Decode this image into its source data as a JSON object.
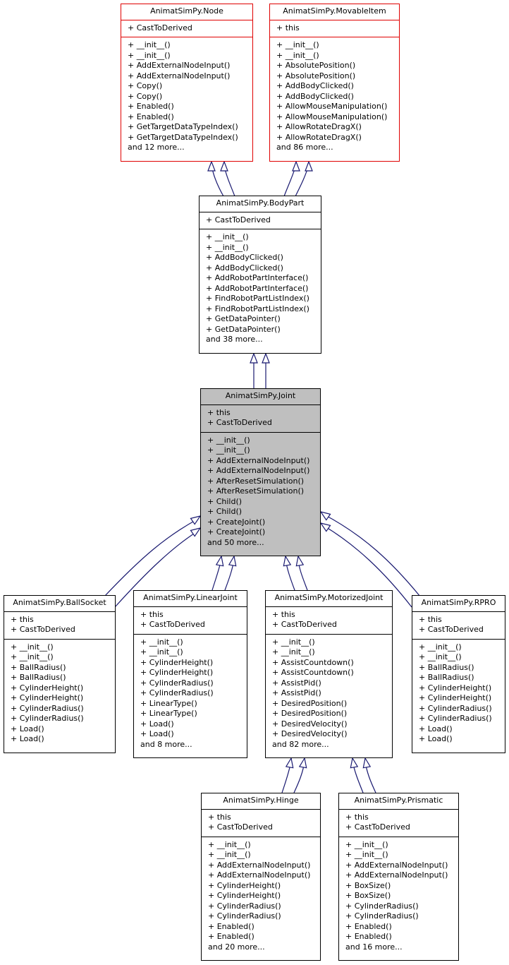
{
  "colors": {
    "edge": "#191970",
    "external_border": "#e00000",
    "focus_fill": "#bfbfbf"
  },
  "classes": [
    {
      "id": "node",
      "name": "AnimatSimPy.Node",
      "style": "external",
      "attributes": [
        "+ CastToDerived"
      ],
      "methods": [
        "+ __init__()",
        "+ __init__()",
        "+ AddExternalNodeInput()",
        "+ AddExternalNodeInput()",
        "+ Copy()",
        "+ Copy()",
        "+ Enabled()",
        "+ Enabled()",
        "+ GetTargetDataTypeIndex()",
        "+ GetTargetDataTypeIndex()",
        "and 12 more..."
      ]
    },
    {
      "id": "movable",
      "name": "AnimatSimPy.MovableItem",
      "style": "external",
      "attributes": [
        "+ this"
      ],
      "methods": [
        "+ __init__()",
        "+ __init__()",
        "+ AbsolutePosition()",
        "+ AbsolutePosition()",
        "+ AddBodyClicked()",
        "+ AddBodyClicked()",
        "+ AllowMouseManipulation()",
        "+ AllowMouseManipulation()",
        "+ AllowRotateDragX()",
        "+ AllowRotateDragX()",
        "and 86 more..."
      ]
    },
    {
      "id": "bodypart",
      "name": "AnimatSimPy.BodyPart",
      "style": "normal",
      "attributes": [
        "+ CastToDerived"
      ],
      "methods": [
        "+ __init__()",
        "+ __init__()",
        "+ AddBodyClicked()",
        "+ AddBodyClicked()",
        "+ AddRobotPartInterface()",
        "+ AddRobotPartInterface()",
        "+ FindRobotPartListIndex()",
        "+ FindRobotPartListIndex()",
        "+ GetDataPointer()",
        "+ GetDataPointer()",
        "and 38 more..."
      ]
    },
    {
      "id": "joint",
      "name": "AnimatSimPy.Joint",
      "style": "focus",
      "attributes": [
        "+ this",
        "+ CastToDerived"
      ],
      "methods": [
        "+ __init__()",
        "+ __init__()",
        "+ AddExternalNodeInput()",
        "+ AddExternalNodeInput()",
        "+ AfterResetSimulation()",
        "+ AfterResetSimulation()",
        "+ Child()",
        "+ Child()",
        "+ CreateJoint()",
        "+ CreateJoint()",
        "and 50 more..."
      ]
    },
    {
      "id": "ballsocket",
      "name": "AnimatSimPy.BallSocket",
      "style": "normal",
      "attributes": [
        "+ this",
        "+ CastToDerived"
      ],
      "methods": [
        "+ __init__()",
        "+ __init__()",
        "+ BallRadius()",
        "+ BallRadius()",
        "+ CylinderHeight()",
        "+ CylinderHeight()",
        "+ CylinderRadius()",
        "+ CylinderRadius()",
        "+ Load()",
        "+ Load()"
      ]
    },
    {
      "id": "linearjoint",
      "name": "AnimatSimPy.LinearJoint",
      "style": "normal",
      "attributes": [
        "+ this",
        "+ CastToDerived"
      ],
      "methods": [
        "+ __init__()",
        "+ __init__()",
        "+ CylinderHeight()",
        "+ CylinderHeight()",
        "+ CylinderRadius()",
        "+ CylinderRadius()",
        "+ LinearType()",
        "+ LinearType()",
        "+ Load()",
        "+ Load()",
        "and 8 more..."
      ]
    },
    {
      "id": "motorized",
      "name": "AnimatSimPy.MotorizedJoint",
      "style": "normal",
      "attributes": [
        "+ this",
        "+ CastToDerived"
      ],
      "methods": [
        "+ __init__()",
        "+ __init__()",
        "+ AssistCountdown()",
        "+ AssistCountdown()",
        "+ AssistPid()",
        "+ AssistPid()",
        "+ DesiredPosition()",
        "+ DesiredPosition()",
        "+ DesiredVelocity()",
        "+ DesiredVelocity()",
        "and 82 more..."
      ]
    },
    {
      "id": "rpro",
      "name": "AnimatSimPy.RPRO",
      "style": "normal",
      "attributes": [
        "+ this",
        "+ CastToDerived"
      ],
      "methods": [
        "+ __init__()",
        "+ __init__()",
        "+ BallRadius()",
        "+ BallRadius()",
        "+ CylinderHeight()",
        "+ CylinderHeight()",
        "+ CylinderRadius()",
        "+ CylinderRadius()",
        "+ Load()",
        "+ Load()"
      ]
    },
    {
      "id": "hinge",
      "name": "AnimatSimPy.Hinge",
      "style": "normal",
      "attributes": [
        "+ this",
        "+ CastToDerived"
      ],
      "methods": [
        "+ __init__()",
        "+ __init__()",
        "+ AddExternalNodeInput()",
        "+ AddExternalNodeInput()",
        "+ CylinderHeight()",
        "+ CylinderHeight()",
        "+ CylinderRadius()",
        "+ CylinderRadius()",
        "+ Enabled()",
        "+ Enabled()",
        "and 20 more..."
      ]
    },
    {
      "id": "prismatic",
      "name": "AnimatSimPy.Prismatic",
      "style": "normal",
      "attributes": [
        "+ this",
        "+ CastToDerived"
      ],
      "methods": [
        "+ __init__()",
        "+ __init__()",
        "+ AddExternalNodeInput()",
        "+ AddExternalNodeInput()",
        "+ BoxSize()",
        "+ BoxSize()",
        "+ CylinderRadius()",
        "+ CylinderRadius()",
        "+ Enabled()",
        "+ Enabled()",
        "and 16 more..."
      ]
    }
  ],
  "inheritance": [
    {
      "child": "bodypart",
      "parent": "node"
    },
    {
      "child": "bodypart",
      "parent": "movable"
    },
    {
      "child": "joint",
      "parent": "bodypart"
    },
    {
      "child": "ballsocket",
      "parent": "joint"
    },
    {
      "child": "linearjoint",
      "parent": "joint"
    },
    {
      "child": "motorized",
      "parent": "joint"
    },
    {
      "child": "rpro",
      "parent": "joint"
    },
    {
      "child": "hinge",
      "parent": "motorized"
    },
    {
      "child": "prismatic",
      "parent": "motorized"
    }
  ]
}
